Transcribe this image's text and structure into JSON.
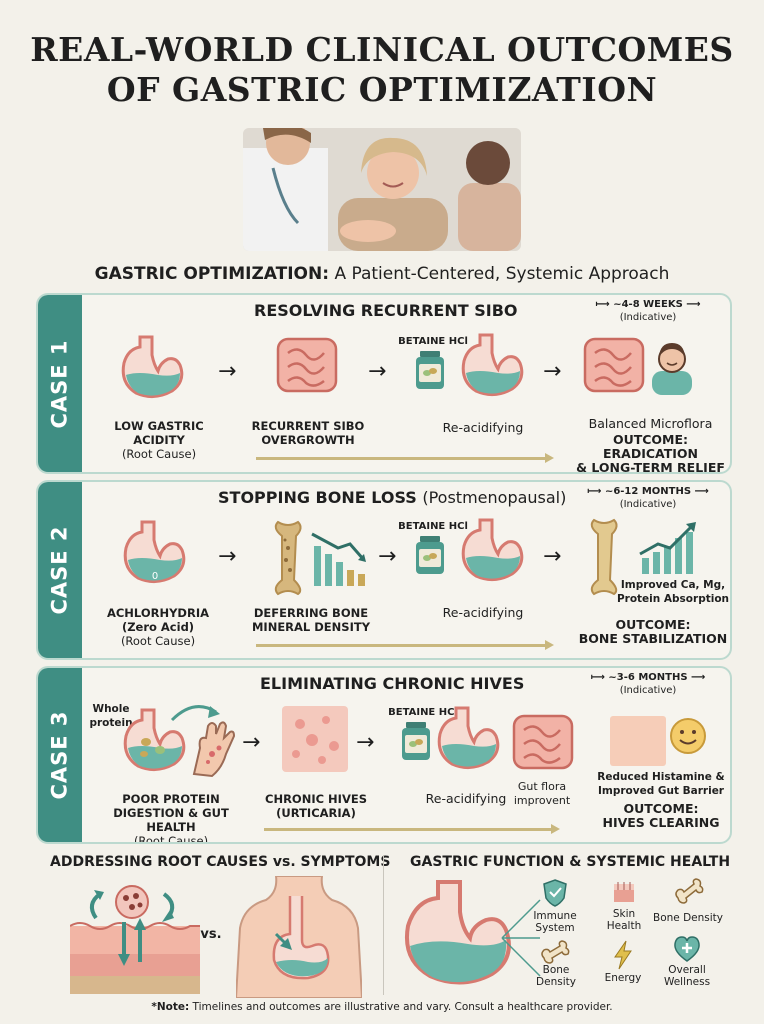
{
  "title_line1": "REAL-WORLD CLINICAL OUTCOMES",
  "title_line2": "OF GASTRIC OPTIMIZATION",
  "subtitle_bold": "GASTRIC OPTIMIZATION:",
  "subtitle_rest": " A Patient-Centered, Systemic Approach",
  "cases": [
    {
      "tab": "CASE 1",
      "title": "RESOLVING RECURRENT SIBO",
      "title_extra": "",
      "timeline": "~4-8 WEEKS",
      "timeline_note": "(Indicative)",
      "root_l1": "LOW GASTRIC",
      "root_l2": "ACIDITY",
      "root_note": "(Root Cause)",
      "effect_l1": "RECURRENT SIBO",
      "effect_l2": "OVERGROWTH",
      "supplement": "BETAINE HCl",
      "treatment": "Re-acidifying",
      "result": "Balanced Microflora",
      "outcome_l1": "OUTCOME: ERADICATION",
      "outcome_l2": "& LONG-TERM RELIEF"
    },
    {
      "tab": "CASE 2",
      "title": "STOPPING BONE LOSS",
      "title_extra": "(Postmenopausal)",
      "timeline": "~6-12 MONTHS",
      "timeline_note": "(Indicative)",
      "root_l1": "ACHLORHYDRIA",
      "root_l2": "(Zero Acid)",
      "root_note": "(Root Cause)",
      "effect_l1": "DEFERRING BONE",
      "effect_l2": "MINERAL DENSITY",
      "supplement": "BETAINE HCl",
      "treatment": "Re-acidifying",
      "result_l1": "Improved Ca, Mg,",
      "result_l2": "Protein Absorption",
      "outcome_l1": "OUTCOME:",
      "outcome_l2": "BONE STABILIZATION",
      "stomach_mark": "0"
    },
    {
      "tab": "CASE 3",
      "title": "ELIMINATING CHRONIC HIVES",
      "title_extra": "",
      "timeline": "~3-6 MONTHS",
      "timeline_note": "(Indicative)",
      "protein_l1": "Whole",
      "protein_l2": "protein",
      "root_l1": "POOR PROTEIN",
      "root_l2": "DIGESTION & GUT HEALTH",
      "root_note": "(Root Cause)",
      "effect_l1": "CHRONIC HIVES",
      "effect_l2": "(URTICARIA)",
      "supplement": "BETAINE HCl",
      "treatment": "Re-acidifying",
      "flora_l1": "Gut flora",
      "flora_l2": "improvent",
      "result_l1": "Reduced Histamine &",
      "result_l2": "Improved Gut Barrier",
      "outcome_l1": "OUTCOME:",
      "outcome_l2": "HIVES CLEARING"
    }
  ],
  "bottom_left": {
    "title": "ADDRESSING ROOT CAUSES vs. SYMPTOMS",
    "vs": "vs."
  },
  "bottom_right": {
    "title": "GASTRIC FUNCTION & SYSTEMIC HEALTH",
    "immune_l1": "Immune",
    "immune_l2": "System",
    "skin_l1": "Skin",
    "skin_l2": "Health",
    "bone": "Bone Density",
    "bone2_l1": "Bone",
    "bone2_l2": "Density",
    "energy": "Energy",
    "wellness_l1": "Overall",
    "wellness_l2": "Wellness"
  },
  "note_bold": "*Note:",
  "note_rest": " Timelines and outcomes are illustrative and vary. Consult a healthcare provider.",
  "colors": {
    "teal": "#3f8e83",
    "pink": "#e8a095",
    "gold": "#c9b77e",
    "cream": "#f3f1ea"
  }
}
